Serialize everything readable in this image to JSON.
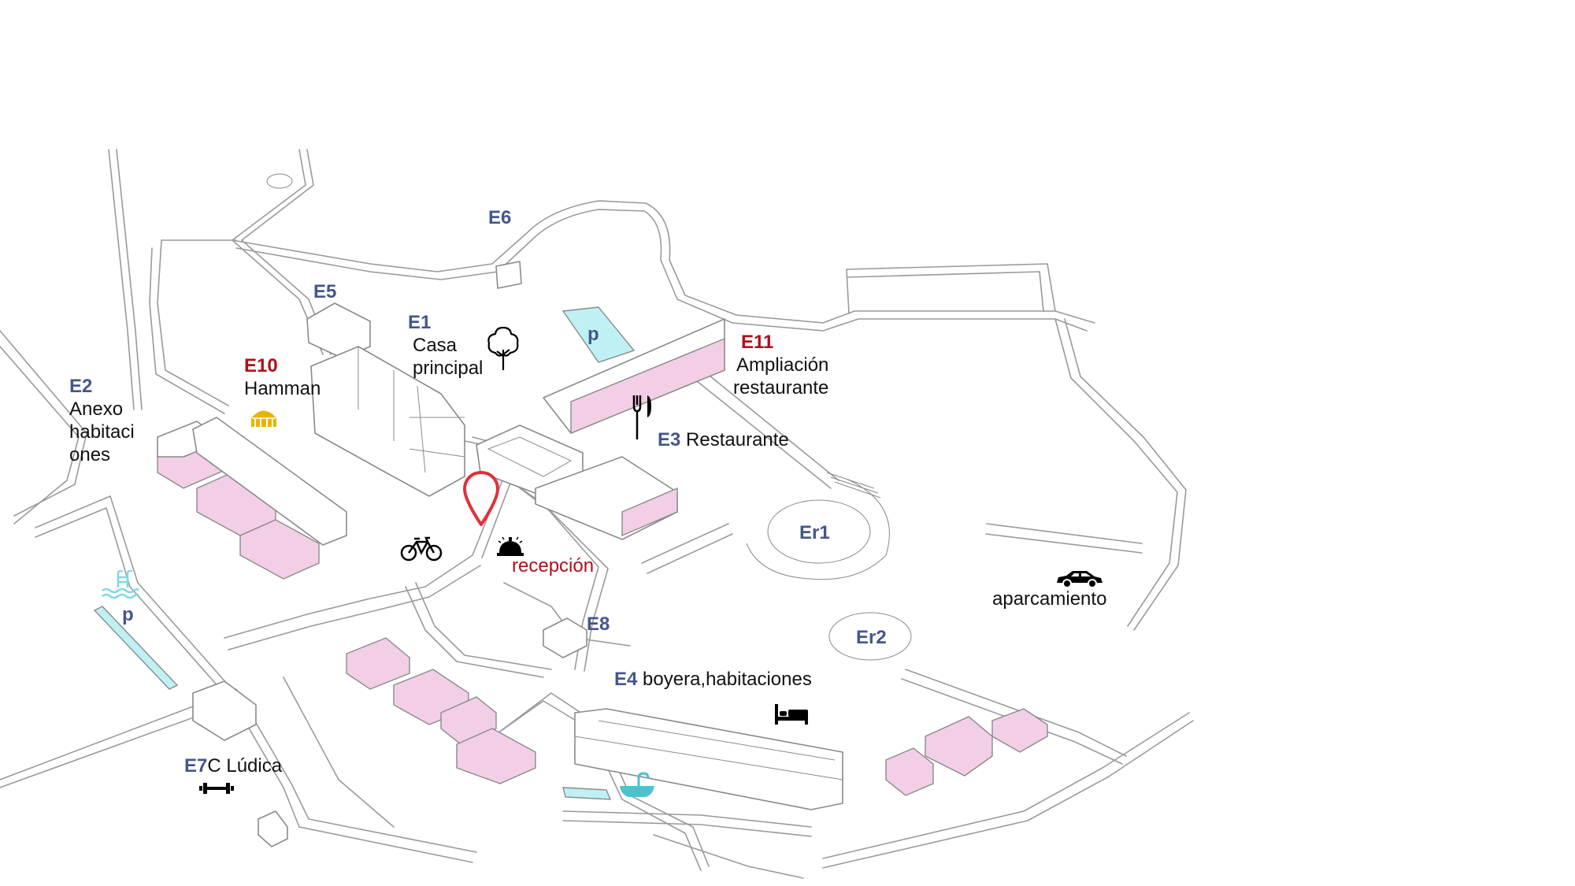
{
  "labels": {
    "e1": {
      "code": "E1",
      "lines": [
        "Casa",
        "principal"
      ]
    },
    "e2": {
      "code": "E2",
      "lines": [
        "Anexo",
        "habitaci",
        "ones"
      ]
    },
    "e3": {
      "code": "E3",
      "text": "Restaurante"
    },
    "e4": {
      "code": "E4",
      "text": "boyera,habitaciones"
    },
    "e5": {
      "code": "E5"
    },
    "e6": {
      "code": "E6"
    },
    "e7": {
      "code": "E7",
      "text": "C Lúdica"
    },
    "e8": {
      "code": "E8"
    },
    "e10": {
      "code": "E10",
      "text": "Hamman"
    },
    "e11": {
      "code": "E11",
      "lines": [
        "Ampliación",
        "restaurante"
      ]
    },
    "er1": "Er1",
    "er2": "Er2",
    "recepcion": "recepción",
    "aparcamiento": "aparcamiento",
    "pool_top": "p",
    "pool_left": "p"
  },
  "icons": {
    "location_pin": "map-pin-icon",
    "reception": "reception-bell-icon",
    "bicycle": "bicycle-icon",
    "restaurant": "fork-knife-icon",
    "tree": "tree-icon",
    "hamman": "hamman-dome-icon",
    "pool": "swimming-pool-icon",
    "car": "car-icon",
    "bed": "bed-icon",
    "gym": "dumbbell-icon",
    "spa": "spa-bath-icon"
  },
  "colors": {
    "code_blue": "#45568a",
    "code_red": "#b40d17",
    "pin_red": "#e0303a",
    "building_pink": "#f2cfe6",
    "water_cyan": "#bff1f4",
    "hamman_gold": "#e8b400",
    "line_gray": "#9a9a9a"
  }
}
